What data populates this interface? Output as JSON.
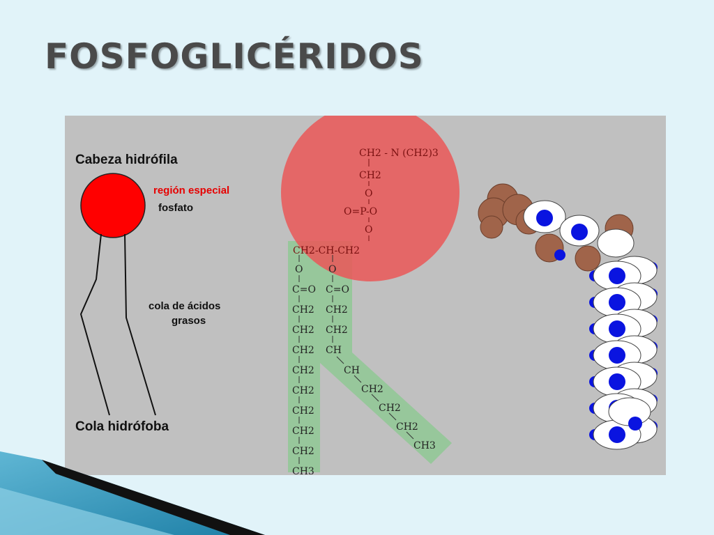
{
  "slide": {
    "title": "FOSFOGLICÉRIDOS"
  },
  "diagram": {
    "labels": {
      "head": "Cabeza hidrófila",
      "special": "región especial",
      "phosphate": "fosfato",
      "tails_l1": "cola de ácidos",
      "tails_l2": "grasos",
      "tail": "Cola hidrófoba"
    },
    "formula": {
      "choline": "CH2 - N (CH2)3",
      "ch2_top": "CH2",
      "o1": "O",
      "phosphate_row": "O=P-O",
      "o2": "O",
      "glycerol": "CH2-CH-CH2",
      "chain_left": [
        "O",
        "C=O",
        "CH2",
        "CH2",
        "CH2",
        "CH2",
        "CH2",
        "CH2",
        "CH2",
        "CH2",
        "CH3"
      ],
      "chain_right_straight": [
        "O",
        "C=O",
        "CH2",
        "CH2",
        "CH"
      ],
      "chain_right_bent": [
        "CH",
        "CH2",
        "CH2",
        "CH2",
        "CH3"
      ]
    },
    "colors": {
      "head_ball": "#ff0000",
      "head_zone": "#e85a5a",
      "tail_band": "#8fc894",
      "atom_brown": "#a0644a",
      "atom_blue": "#0a14e0",
      "atom_white": "#ffffff"
    }
  }
}
